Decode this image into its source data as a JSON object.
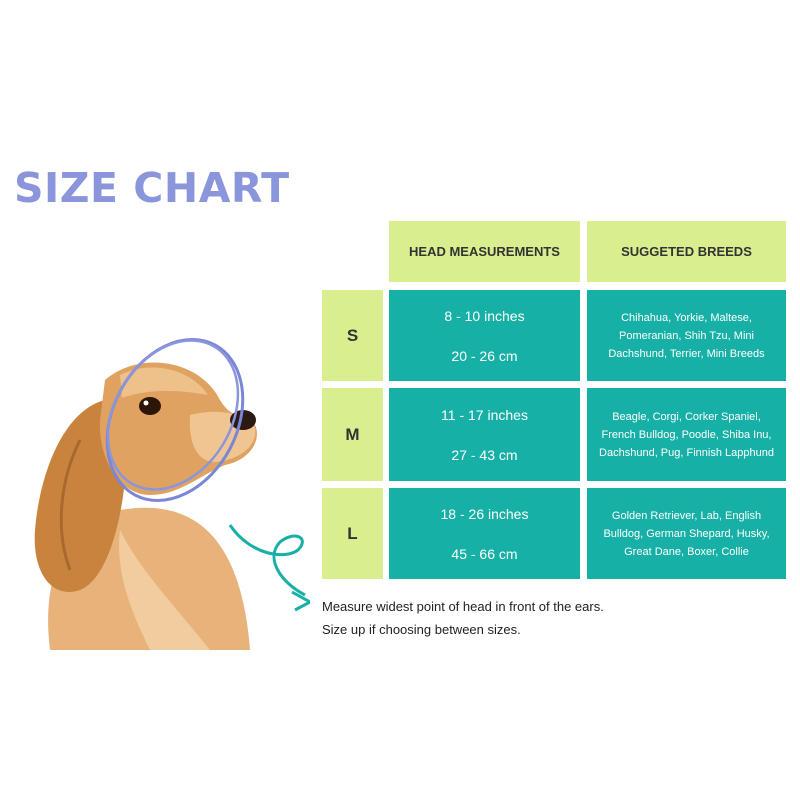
{
  "title": "SIZE CHART",
  "table": {
    "headers": [
      "HEAD MEASUREMENTS",
      "SUGGETED BREEDS"
    ],
    "rows": [
      {
        "size": "S",
        "inches": "8 - 10 inches",
        "cm": "20 - 26 cm",
        "breeds": "Chihahua, Yorkie, Maltese, Pomeranian, Shih Tzu, Mini Dachshund, Terrier, Mini Breeds"
      },
      {
        "size": "M",
        "inches": "11 - 17 inches",
        "cm": "27 - 43 cm",
        "breeds": "Beagle, Corgi, Corker Spaniel, French Bulldog, Poodle, Shiba Inu, Dachshund, Pug, Finnish Lapphund"
      },
      {
        "size": "L",
        "inches": "18 - 26 inches",
        "cm": "45 - 66 cm",
        "breeds": "Golden Retriever, Lab, English Bulldog, German Shepard, Husky, Great Dane, Boxer, Collie"
      }
    ]
  },
  "notes": [
    "Measure widest point of head in front of the ears.",
    "Size up if choosing between sizes."
  ],
  "colors": {
    "title": "#8a95dc",
    "lime": "#d9ef8f",
    "teal": "#17b0a7"
  }
}
